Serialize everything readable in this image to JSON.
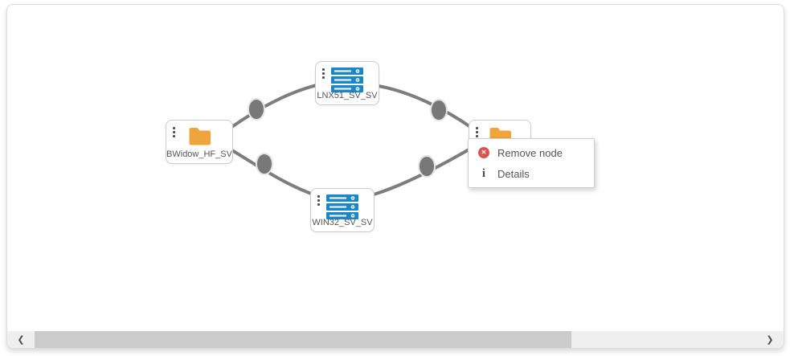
{
  "nodes": [
    {
      "label": "LNX51_SV_SV",
      "icon": "server-icon"
    },
    {
      "label": "BWidow_HF_SV",
      "icon": "folder-icon"
    },
    {
      "label": "WIN32_SV_SV",
      "icon": "server-icon"
    },
    {
      "label": "",
      "icon": "folder-icon"
    }
  ],
  "context_menu": {
    "items": [
      {
        "label": "Remove node",
        "icon": "remove-icon",
        "glyph": "✕"
      },
      {
        "label": "Details",
        "icon": "info-icon",
        "glyph": "i"
      }
    ]
  },
  "scrollbar": {
    "left_arrow": "❮",
    "right_arrow": "❯"
  },
  "colors": {
    "server_blue": "#1b87c8",
    "folder_orange": "#f0a43c",
    "remove_red": "#d9534f",
    "edge_gray": "#7d7d7d",
    "connector_dot": "#787878",
    "node_border": "#cccccc",
    "text_gray": "#555555",
    "scroll_thumb": "#cbcbcb",
    "scroll_track": "#efefef"
  }
}
